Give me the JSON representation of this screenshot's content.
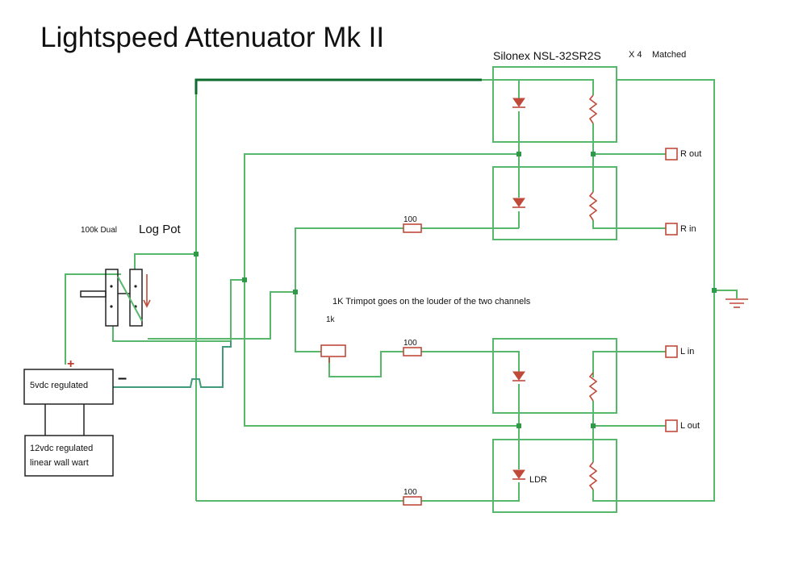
{
  "title": "Lightspeed Attenuator Mk II",
  "opto_part": "Silonex NSL-32SR2S",
  "opto_qty": "X 4",
  "opto_note": "Matched",
  "pot_value": "100k Dual",
  "pot_type": "Log Pot",
  "trimpot_note": "1K Trimpot goes on the louder of the two channels",
  "trimpot_value": "1k",
  "resistor_values": [
    "100",
    "100",
    "100"
  ],
  "ports": {
    "r_out": "R out",
    "r_in": "R in",
    "l_in": "L in",
    "l_out": "L out"
  },
  "ldr_label": "LDR",
  "regulator_label": "5vdc regulated",
  "wall_wart_line1": "12vdc regulated",
  "wall_wart_line2": "linear wall wart",
  "plus_sign": "+",
  "minus_sign": "–",
  "colors": {
    "wire": "#57b76b",
    "wire_dark": "#0e6b2e",
    "component": "#c04a3a",
    "text": "#111111"
  }
}
